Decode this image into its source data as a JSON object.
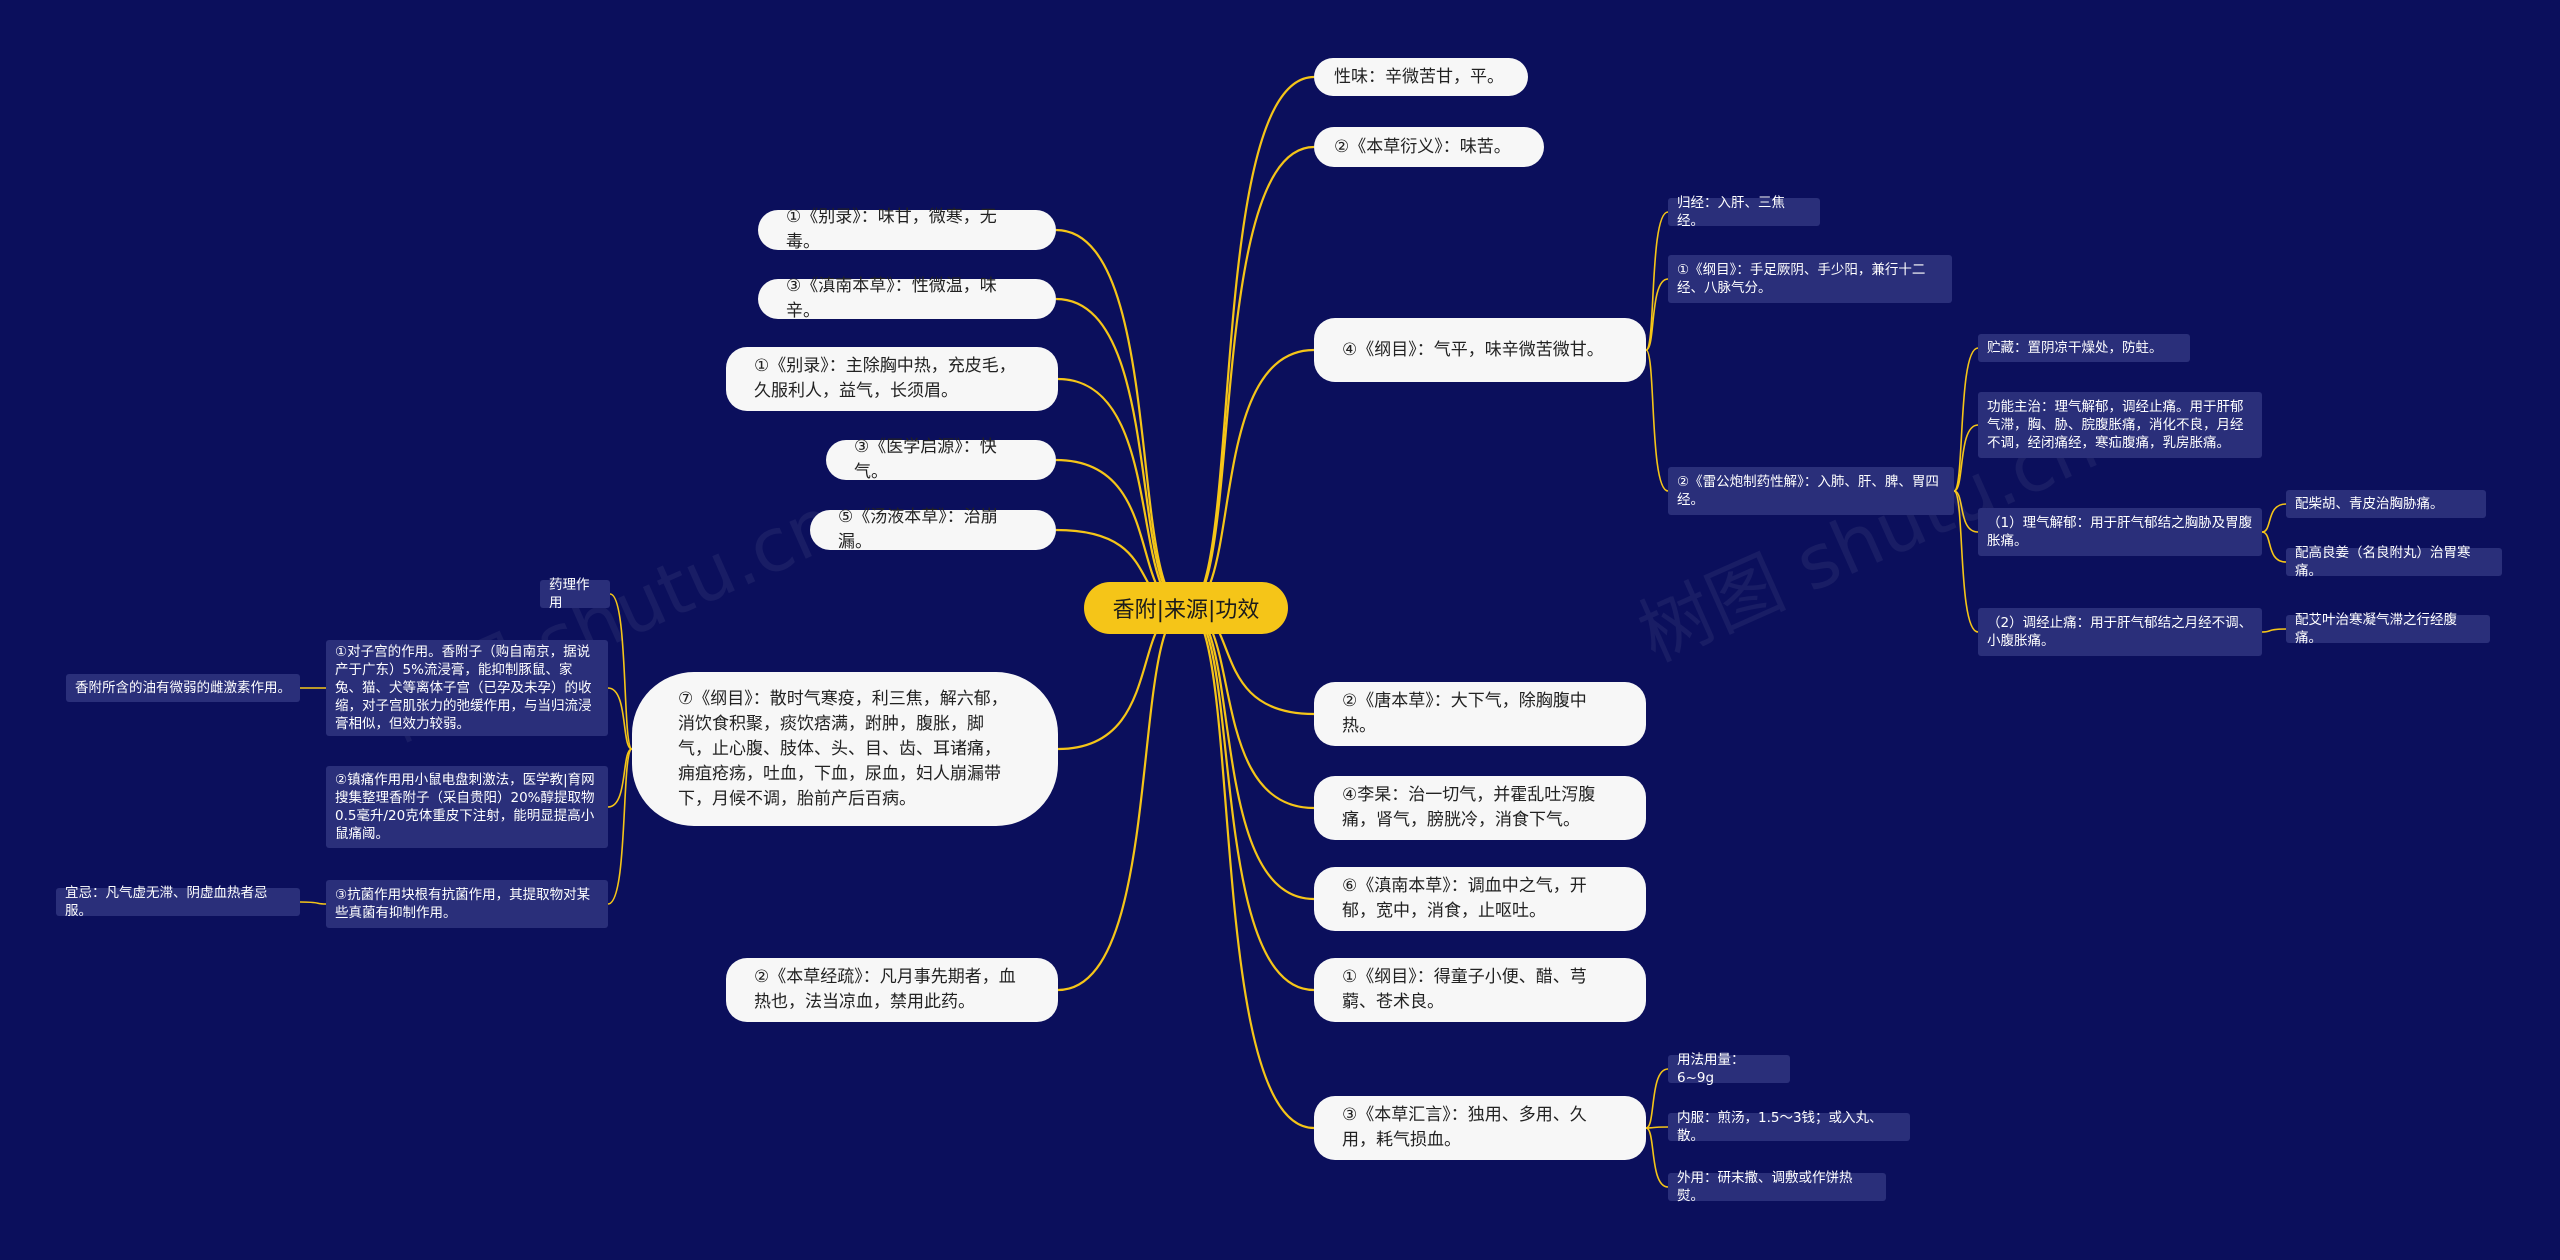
{
  "root": "香附|来源|功效",
  "right": {
    "r1": "性味：辛微苦甘，平。",
    "r2": "②《本草衍义》：味苦。",
    "r3": "④《纲目》：气平，味辛微苦微甘。",
    "r3_children": {
      "c1": "归经：入肝、三焦经。",
      "c2": "①《纲目》：手足厥阴、手少阳，兼行十二经、八脉气分。",
      "c3": "②《雷公炮制药性解》：入肺、肝、脾、胃四经。",
      "c3_children": {
        "d1": "贮藏：置阴凉干燥处，防蛀。",
        "d2": "功能主治：理气解郁，调经止痛。用于肝郁气滞，胸、胁、脘腹胀痛，消化不良，月经不调，经闭痛经，寒疝腹痛，乳房胀痛。",
        "d3": "（1）理气解郁：用于肝气郁结之胸胁及胃腹胀痛。",
        "d3_children": {
          "e1": "配柴胡、青皮治胸胁痛。",
          "e2": "配高良姜（名良附丸）治胃寒痛。"
        },
        "d4": "（2）调经止痛：用于肝气郁结之月经不调、小腹胀痛。",
        "d4_children": {
          "e3": "配艾叶治寒凝气滞之行经腹痛。"
        }
      }
    },
    "r4": "②《唐本草》：大下气，除胸腹中热。",
    "r5": "④李杲：治一切气，并霍乱吐泻腹痛，肾气，膀胱冷，消食下气。",
    "r6": "⑥《滇南本草》：调血中之气，开郁，宽中，消食，止呕吐。",
    "r7": "①《纲目》：得童子小便、醋、芎藭、苍术良。",
    "r8": "③《本草汇言》：独用、多用、久用，耗气损血。",
    "r8_children": {
      "f1": "用法用量：6~9g",
      "f2": "内服：煎汤，1.5～3钱；或入丸、散。",
      "f3": "外用：研末撒、调敷或作饼热熨。"
    }
  },
  "left": {
    "l1": "①《别录》：味甘，微寒，无毒。",
    "l2": "③《滇南本草》：性微温，味辛。",
    "l3": "①《别录》：主除胸中热，充皮毛，久服利人，益气，长须眉。",
    "l4": "③《医学启源》：快气。",
    "l5": "⑤《汤液本草》：治崩漏。",
    "l6": "⑦《纲目》：散时气寒疫，利三焦，解六郁，消饮食积聚，痰饮痞满，跗肿，腹胀，脚气，止心腹、肢体、头、目、齿、耳诸痛，痈疽疮疡，吐血，下血，尿血，妇人崩漏带下，月候不调，胎前产后百病。",
    "l6_children": {
      "g1": "药理作用",
      "g2": "①对子宫的作用。香附子（购自南京，据说产于广东）5%流浸膏，能抑制豚鼠、家兔、猫、犬等离体子宫（已孕及未孕）的收缩，对子宫肌张力的弛缓作用，与当归流浸膏相似，但效力较弱。",
      "g2_child": "香附所含的油有微弱的雌激素作用。",
      "g3": "②镇痛作用用小鼠电盘刺激法，医学教|育网搜集整理香附子（采自贵阳）20%醇提取物0.5毫升/20克体重皮下注射，能明显提高小鼠痛阈。",
      "g4": "③抗菌作用块根有抗菌作用，其提取物对某些真菌有抑制作用。",
      "g4_child": "宜忌：凡气虚无滞、阴虚血热者忌服。"
    },
    "l7": "②《本草经疏》：凡月事先期者，血热也，法当凉血，禁用此药。"
  },
  "watermark": "树图 shutu.cn",
  "colors": {
    "background": "#0b0f5c",
    "root": "#f5c518",
    "line": "#f5c518",
    "pill": "#f7f7f7",
    "box": "#2a2f7a"
  }
}
